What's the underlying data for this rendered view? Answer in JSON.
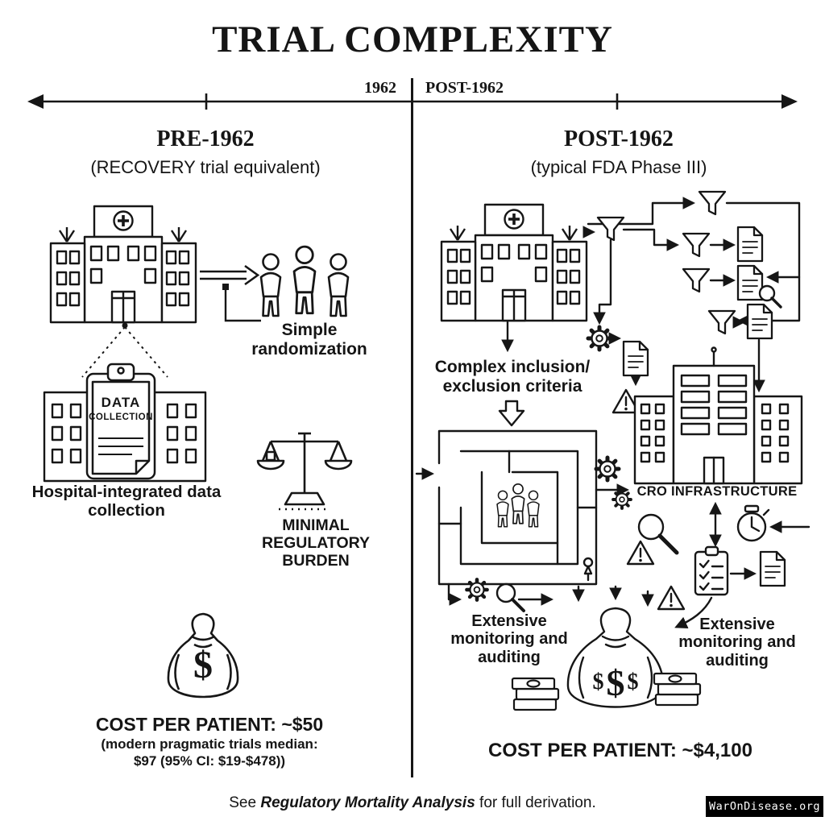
{
  "title": "TRIAL COMPLEXITY",
  "timeline": {
    "left_label": "1962",
    "right_label": "POST-1962"
  },
  "left": {
    "heading": "PRE-1962",
    "subheading": "(RECOVERY trial equivalent)",
    "randomization_label": "Simple randomization",
    "clipboard": {
      "line1": "DATA",
      "line2": "COLLECTION"
    },
    "data_collection_label": "Hospital-integrated data collection",
    "regulatory_label": "MINIMAL REGULATORY BURDEN",
    "money_symbol": "$",
    "cost_label": "COST PER PATIENT: ~$50",
    "cost_note_line1": "(modern pragmatic trials median:",
    "cost_note_line2": "$97 (95% CI: $19-$478))"
  },
  "right": {
    "heading": "POST-1962",
    "subheading": "(typical FDA Phase III)",
    "criteria_label": "Complex inclusion/ exclusion criteria",
    "cro_label": "CRO INFRASTRUCTURE",
    "monitoring_label_left": "Extensive monitoring and auditing",
    "monitoring_label_right": "Extensive monitoring and auditing",
    "money_symbols": [
      "$",
      "$",
      "$"
    ],
    "cost_label": "COST PER PATIENT: ~$4,100"
  },
  "footer": {
    "prefix": "See ",
    "italic": "Regulatory Mortality Analysis",
    "suffix": " for full derivation.",
    "watermark": "WarOnDisease.org"
  }
}
